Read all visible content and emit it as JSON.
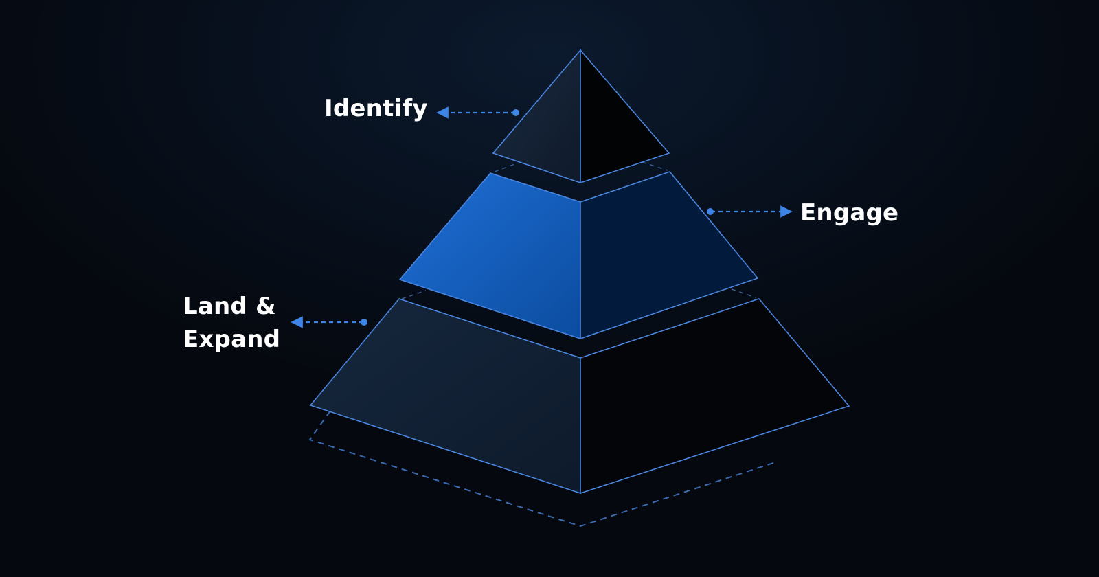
{
  "diagram": {
    "type": "pyramid",
    "tiers": [
      {
        "level": "top",
        "label": "Identify",
        "highlighted": false
      },
      {
        "level": "middle",
        "label": "Engage",
        "highlighted": true
      },
      {
        "level": "bottom",
        "label_line1": "Land &",
        "label_line2": "Expand",
        "highlighted": false
      }
    ],
    "colors": {
      "background": "#05080e",
      "accent_blue": "#3d86e8",
      "highlight_fill": "#1560c4",
      "edge_stroke": "#4a86e0",
      "label_text": "#ffffff"
    }
  }
}
